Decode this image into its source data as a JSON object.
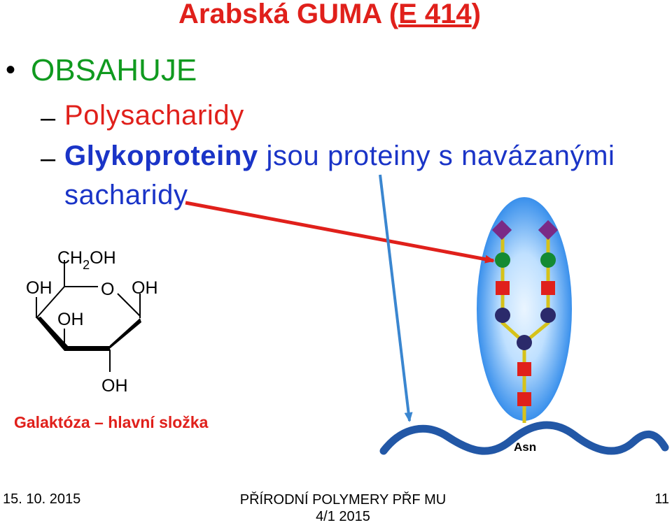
{
  "slide": {
    "title_prefix": "Arabská GUMA (",
    "title_underlined": "E 414",
    "title_suffix": ")",
    "bullet_symbol": "•",
    "bullet_text": "OBSAHUJE",
    "sub_dash": "–",
    "sub1": "Polysacharidy",
    "sub2_bold": "Glykoproteiny",
    "sub2_rest": " jsou proteiny s navázanými",
    "sub2_line2": "sacharidy",
    "caption": "Galaktóza – hlavní složka"
  },
  "molecule": {
    "ch2oh_a": "CH",
    "ch2oh_sub": "2",
    "ch2oh_b": "OH",
    "oh_left": "OH",
    "ring_o": "O",
    "oh_right": "OH",
    "oh_inner": "OH",
    "oh_bottom": "OH"
  },
  "glycan": {
    "protein_label": "Asn",
    "colors": {
      "oval": "#1f80e8",
      "backbone": "#2257a6",
      "chain": "#d6c21a",
      "diamond": "#7a2a86",
      "green_circle": "#138a33",
      "red_square": "#e0201b",
      "dark_circle": "#2b2a6b",
      "red_arrow": "#e0201b",
      "blue_arrow": "#3a86d0"
    }
  },
  "footer": {
    "date": "15. 10. 2015",
    "center_line1": "PŘÍRODNÍ POLYMERY PŘF MU",
    "center_line2": "4/1 2015",
    "page": "11"
  }
}
